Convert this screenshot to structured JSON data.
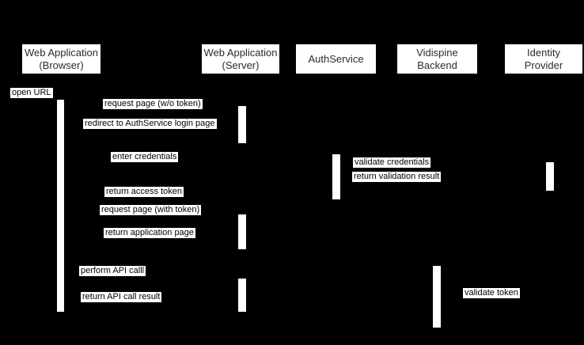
{
  "diagram": {
    "type": "uml-sequence-diagram",
    "colors": {
      "background": "#000000",
      "actor_box_bg": "#ffffff",
      "actor_text": "#2b2b2b",
      "message_bg": "#ffffff",
      "message_text": "#000000",
      "activation_bar": "#ffffff"
    }
  },
  "actors": [
    {
      "name": "web-application-browser",
      "line1": "Web Application",
      "line2": "(Browser)"
    },
    {
      "name": "web-application-server",
      "line1": "Web Application",
      "line2": "(Server)"
    },
    {
      "name": "authservice",
      "line1": "AuthService",
      "line2": ""
    },
    {
      "name": "vidispine-backend",
      "line1": "Vidispine",
      "line2": "Backend"
    },
    {
      "name": "identity-provider",
      "line1": "Identity",
      "line2": "Provider"
    }
  ],
  "messages": [
    {
      "label": "open URL"
    },
    {
      "label": "request page (w/o token)"
    },
    {
      "label": "redirect to AuthService login page"
    },
    {
      "label": "enter credentials"
    },
    {
      "label": "validate credentials"
    },
    {
      "label": "return validation result"
    },
    {
      "label": "return access token"
    },
    {
      "label": "request page (with token)"
    },
    {
      "label": "return application page"
    },
    {
      "label": "perform API calll"
    },
    {
      "label": "return API call result"
    },
    {
      "label": "validate token"
    }
  ]
}
